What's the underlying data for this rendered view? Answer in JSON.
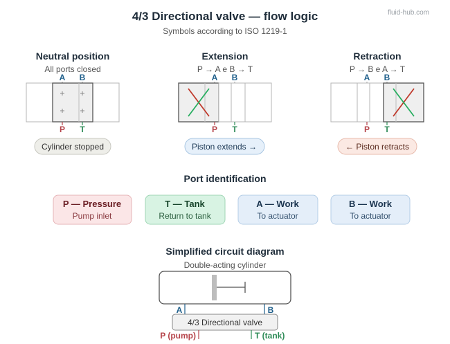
{
  "header": {
    "title": "4/3 Directional valve — flow logic",
    "subtitle": "Symbols according to ISO 1219-1",
    "source": "fluid-hub.com"
  },
  "colors": {
    "text_dark": "#1f2d3a",
    "text_gray": "#555555",
    "port_work": "#1f5f8b",
    "port_pressure": "#b5434a",
    "port_tank": "#2e8b57",
    "line_red": "#c0392b",
    "line_green": "#27ae60"
  },
  "positions": [
    {
      "title": "Neutral position",
      "description": "All ports closed",
      "status": "Cylinder stopped",
      "port_a": "A",
      "port_b": "B",
      "port_p": "P",
      "port_t": "T"
    },
    {
      "title": "Extension",
      "description": "P → A e B → T",
      "status": "Piston extends →",
      "port_a": "A",
      "port_b": "B",
      "port_p": "P",
      "port_t": "T"
    },
    {
      "title": "Retraction",
      "description": "P → B e A → T",
      "status": "← Piston retracts",
      "port_a": "A",
      "port_b": "B",
      "port_p": "P",
      "port_t": "T"
    }
  ],
  "ports_section": {
    "title": "Port identification",
    "cards": [
      {
        "label": "P — Pressure",
        "description": "Pump inlet"
      },
      {
        "label": "T — Tank",
        "description": "Return to tank"
      },
      {
        "label": "A — Work",
        "description": "To actuator"
      },
      {
        "label": "B — Work",
        "description": "To actuator"
      }
    ]
  },
  "circuit": {
    "title": "Simplified circuit diagram",
    "subtitle": "Double-acting cylinder",
    "valve_label": "4/3 Directional valve",
    "port_a": "A",
    "port_b": "B",
    "pump_label": "P (pump)",
    "tank_label": "T (tank)"
  }
}
